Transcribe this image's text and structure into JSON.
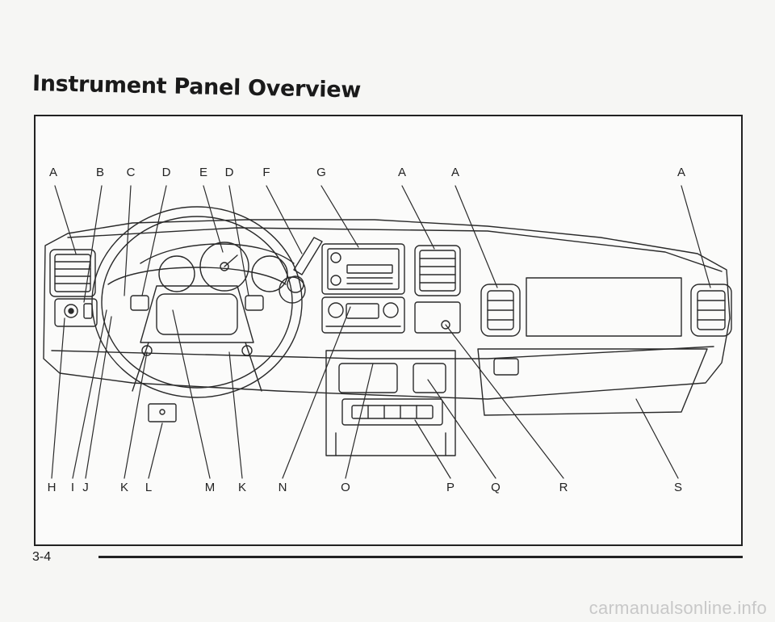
{
  "document": {
    "title": "Instrument Panel Overview",
    "page_number": "3-4",
    "watermark": "carmanualsonline.info"
  },
  "callouts": {
    "top": [
      "A",
      "B",
      "C",
      "D",
      "E",
      "D",
      "F",
      "G",
      "A",
      "A",
      "A"
    ],
    "bottom": [
      "H",
      "I",
      "J",
      "K",
      "L",
      "M",
      "K",
      "N",
      "O",
      "P",
      "Q",
      "R",
      "S"
    ]
  },
  "colors": {
    "ink": "#1a1a1a",
    "paper": "#fbfbfa",
    "watermark": "#c8c8c8"
  }
}
